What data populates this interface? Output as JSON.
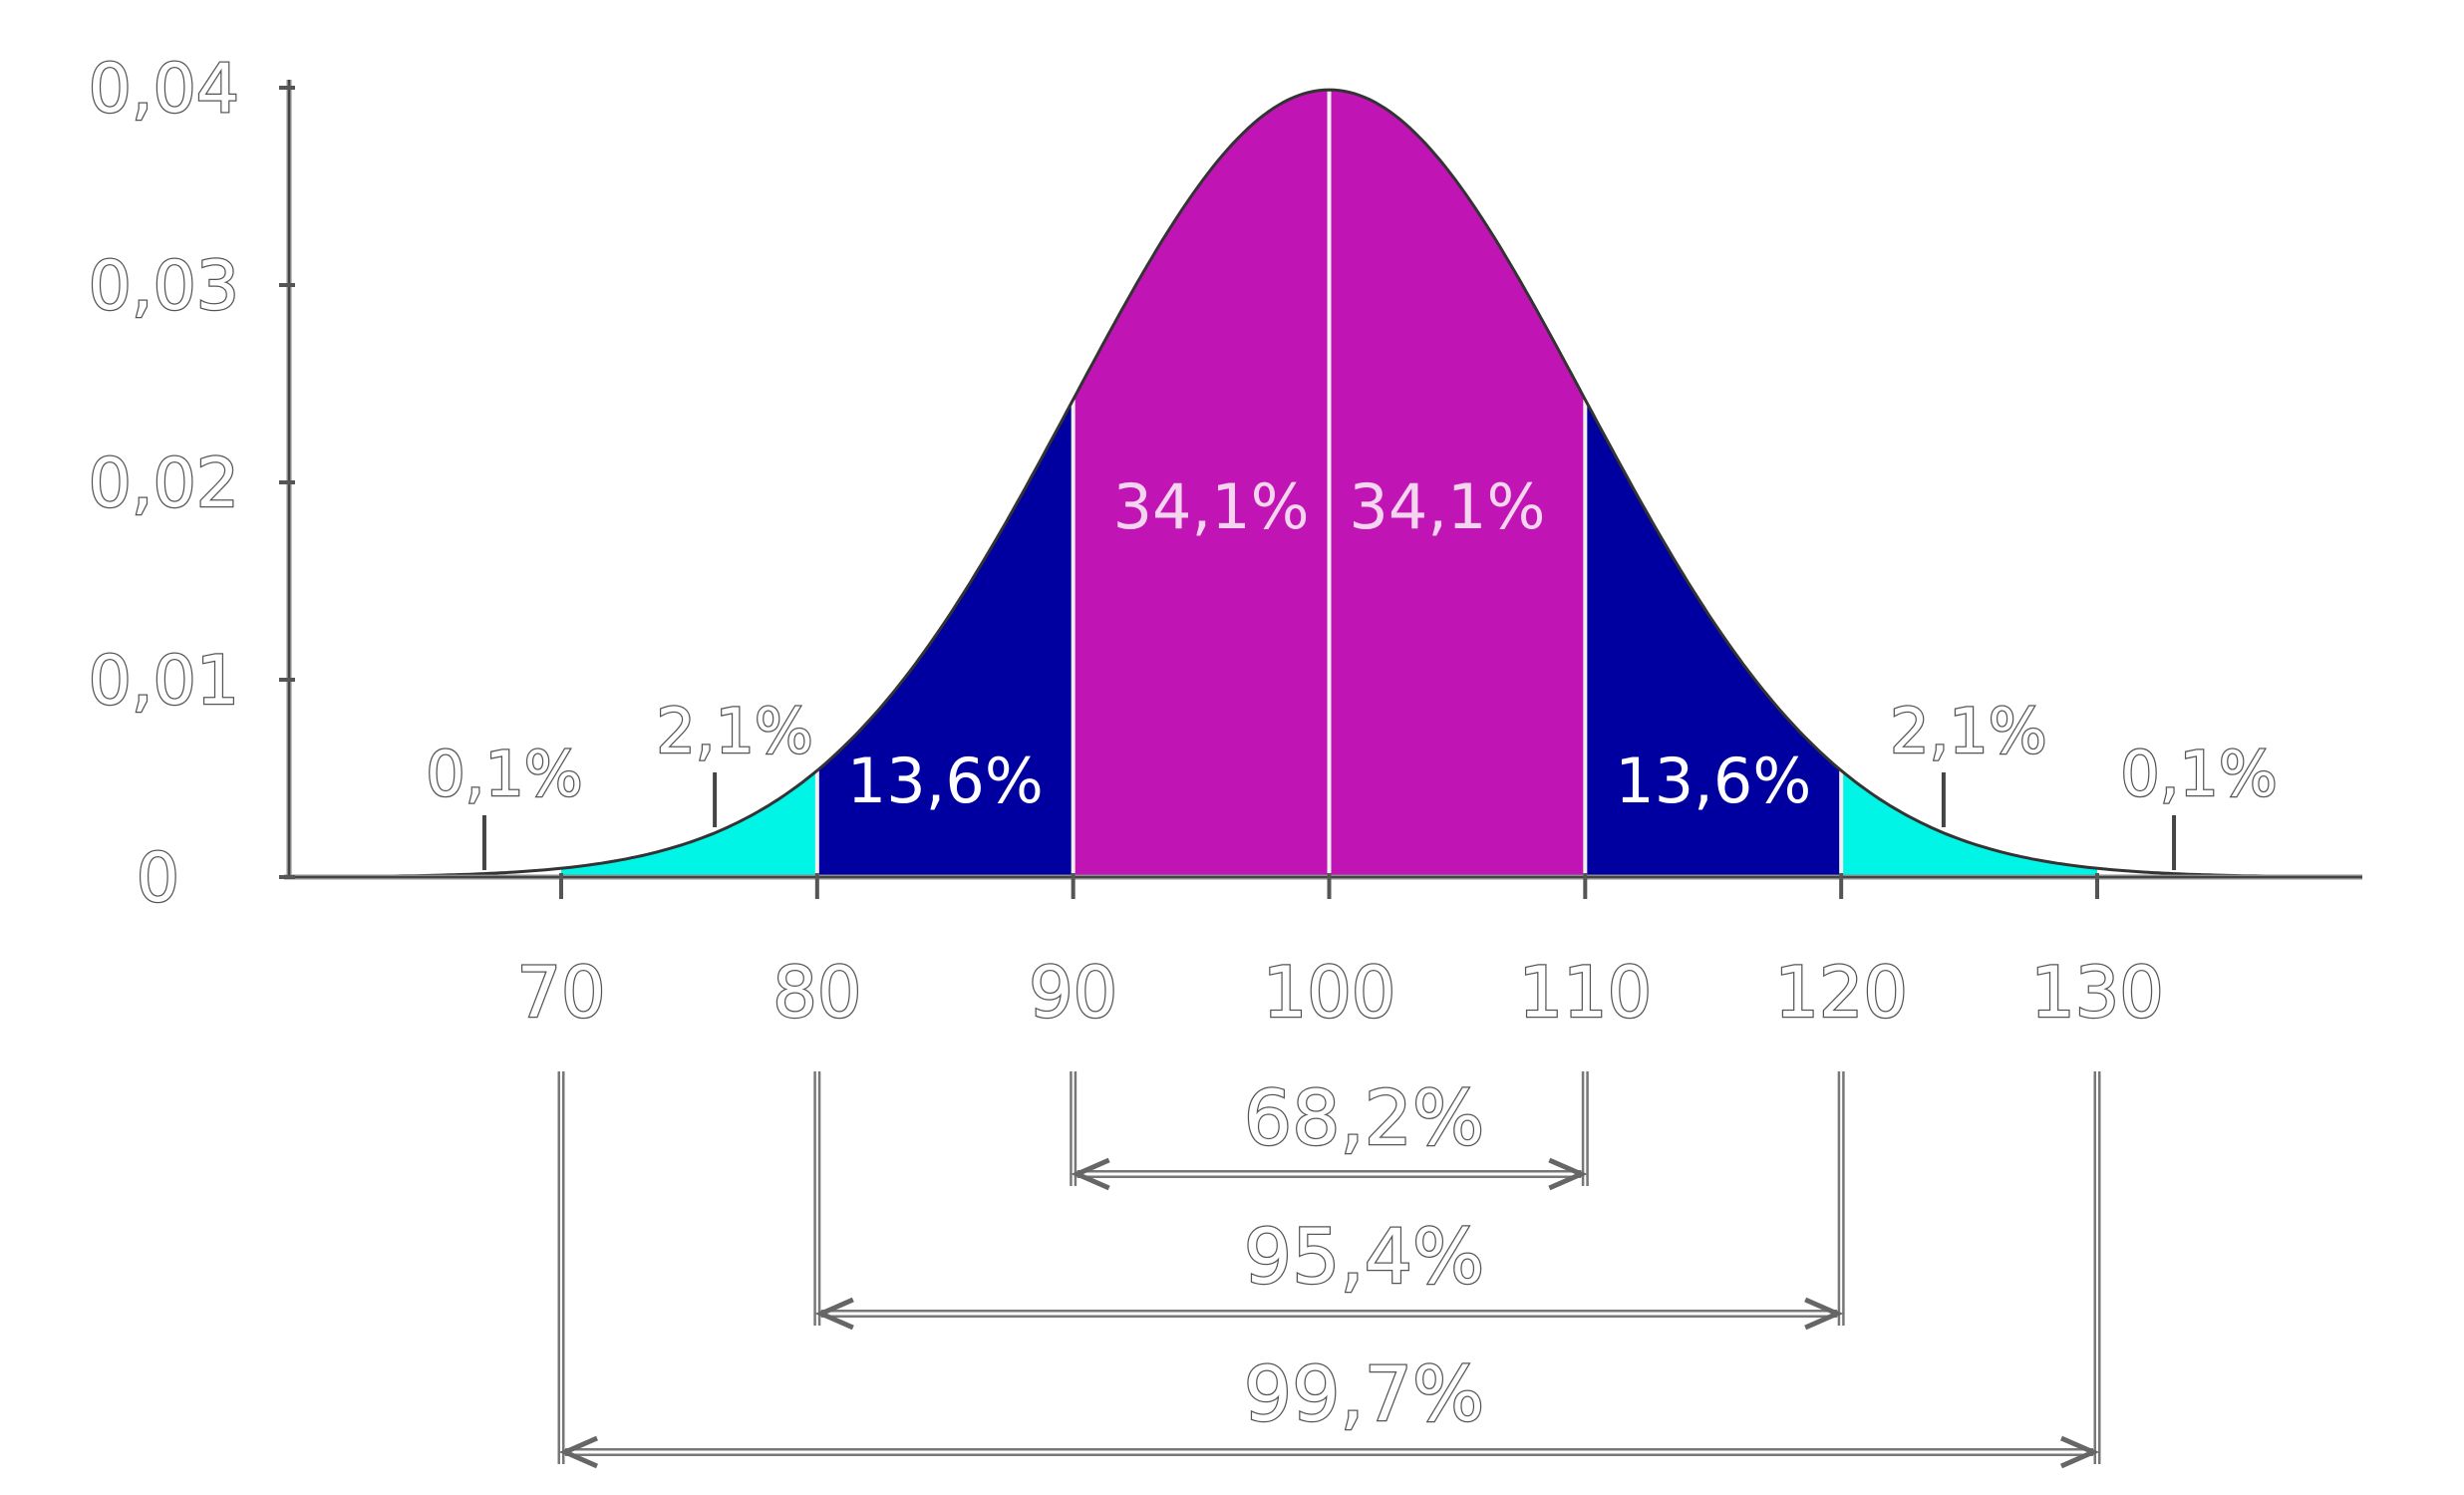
{
  "chart_data": {
    "type": "area",
    "distribution": "normal",
    "mean": 100,
    "sd": 10,
    "xlim": [
      60,
      140
    ],
    "ylim": [
      0,
      0.04
    ],
    "y_ticks": [
      "0",
      "0,01",
      "0,02",
      "0,03",
      "0,04"
    ],
    "x_ticks": [
      "70",
      "80",
      "90",
      "100",
      "110",
      "120",
      "130"
    ],
    "regions": [
      {
        "from": 80,
        "to": 90,
        "label": "13,6%",
        "color": "#0000a0"
      },
      {
        "from": 90,
        "to": 100,
        "label": "34,1%",
        "color": "#c014b4"
      },
      {
        "from": 100,
        "to": 110,
        "label": "34,1%",
        "color": "#c014b4"
      },
      {
        "from": 110,
        "to": 120,
        "label": "13,6%",
        "color": "#0000a0"
      },
      {
        "from": 70,
        "to": 80,
        "color": "#00f5e6"
      },
      {
        "from": 120,
        "to": 130,
        "color": "#00f5e6"
      }
    ],
    "tail_labels": [
      {
        "x": 67,
        "label": "0,1%"
      },
      {
        "x": 76,
        "label": "2,1%"
      },
      {
        "x": 124,
        "label": "2,1%"
      },
      {
        "x": 133,
        "label": "0,1%"
      }
    ],
    "ranges": [
      {
        "from": 90,
        "to": 110,
        "label": "68,2%"
      },
      {
        "from": 80,
        "to": 120,
        "label": "95,4%"
      },
      {
        "from": 70,
        "to": 130,
        "label": "99,7%"
      }
    ]
  }
}
